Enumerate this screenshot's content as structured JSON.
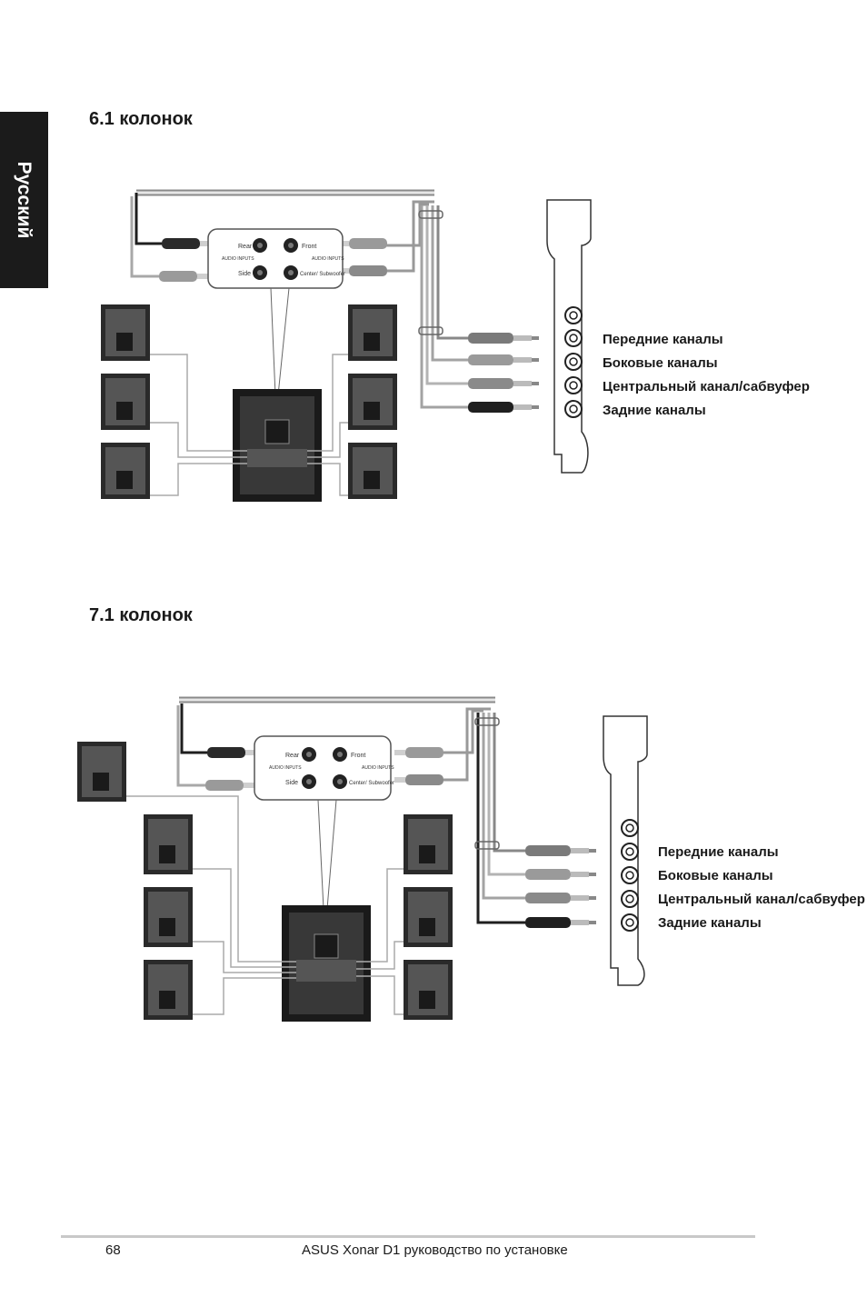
{
  "side_tab": {
    "label": "Русский"
  },
  "sections": [
    {
      "title": "6.1 колонок"
    },
    {
      "title": "7.1 колонок"
    }
  ],
  "diagram_labels": {
    "rear": "Rear",
    "side": "Side",
    "front": "Front",
    "center_sub": "Center/ Subwoofer",
    "audio_inputs": "AUDIO INPUTS"
  },
  "outputs": [
    "Передние каналы",
    "Боковые каналы",
    "Центральный канал/сабвуфер",
    "Задние каналы"
  ],
  "footer": {
    "page_number": "68",
    "doc_title": "ASUS Xonar D1 руководство по установке"
  }
}
